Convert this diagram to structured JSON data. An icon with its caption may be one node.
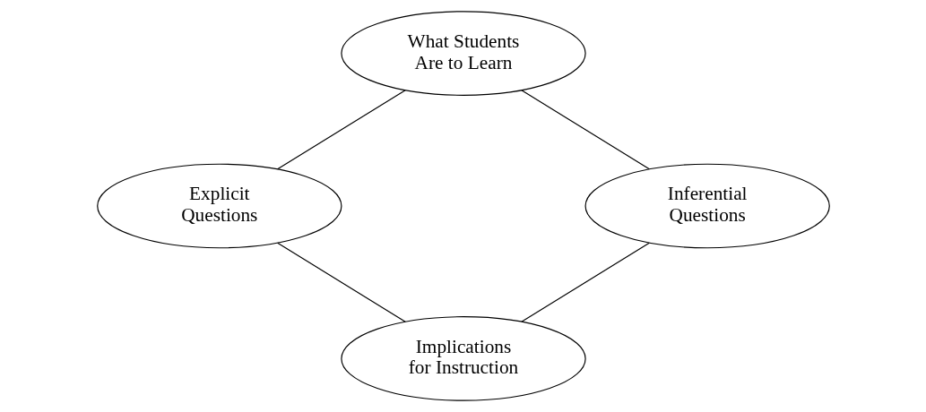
{
  "diagram": {
    "nodes": [
      {
        "text": [
          "What Students Are to Learn"
        ]
      },
      {
        "text": [
          "Explicit Questions"
        ]
      },
      {
        "text": [
          "Inferential Questions"
        ]
      },
      {
        "text": [
          "Implications for Instruction"
        ]
      }
    ],
    "edges": [
      {
        "from": 0,
        "to": 1,
        "arrow": "none"
      },
      {
        "from": 0,
        "to": 2,
        "arrow": "none"
      },
      {
        "from": 1,
        "to": 3,
        "arrow": "none"
      },
      {
        "from": 2,
        "to": 3,
        "arrow": "none"
      }
    ]
  }
}
